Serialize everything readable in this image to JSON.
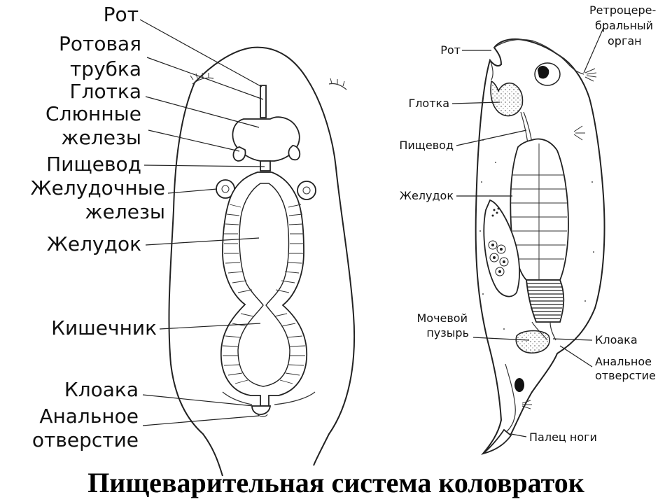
{
  "title": "Пищеварительная система коловраток",
  "left_labels": [
    "Рот",
    "Ротовая",
    "трубка",
    "Глотка",
    "Слюнные",
    "железы",
    "Пищевод",
    "Желудочные",
    "железы",
    "Желудок",
    "Кишечник",
    "Клоака",
    "Анальное",
    "отверстие"
  ],
  "right_labels": [
    "Ретроцере-",
    "бральный",
    "орган",
    "Рот",
    "Глотка",
    "Пищевод",
    "Желудок",
    "Мочевой",
    "пузырь",
    "Клоака",
    "Анальное",
    "отверстие",
    "Палец ноги"
  ]
}
